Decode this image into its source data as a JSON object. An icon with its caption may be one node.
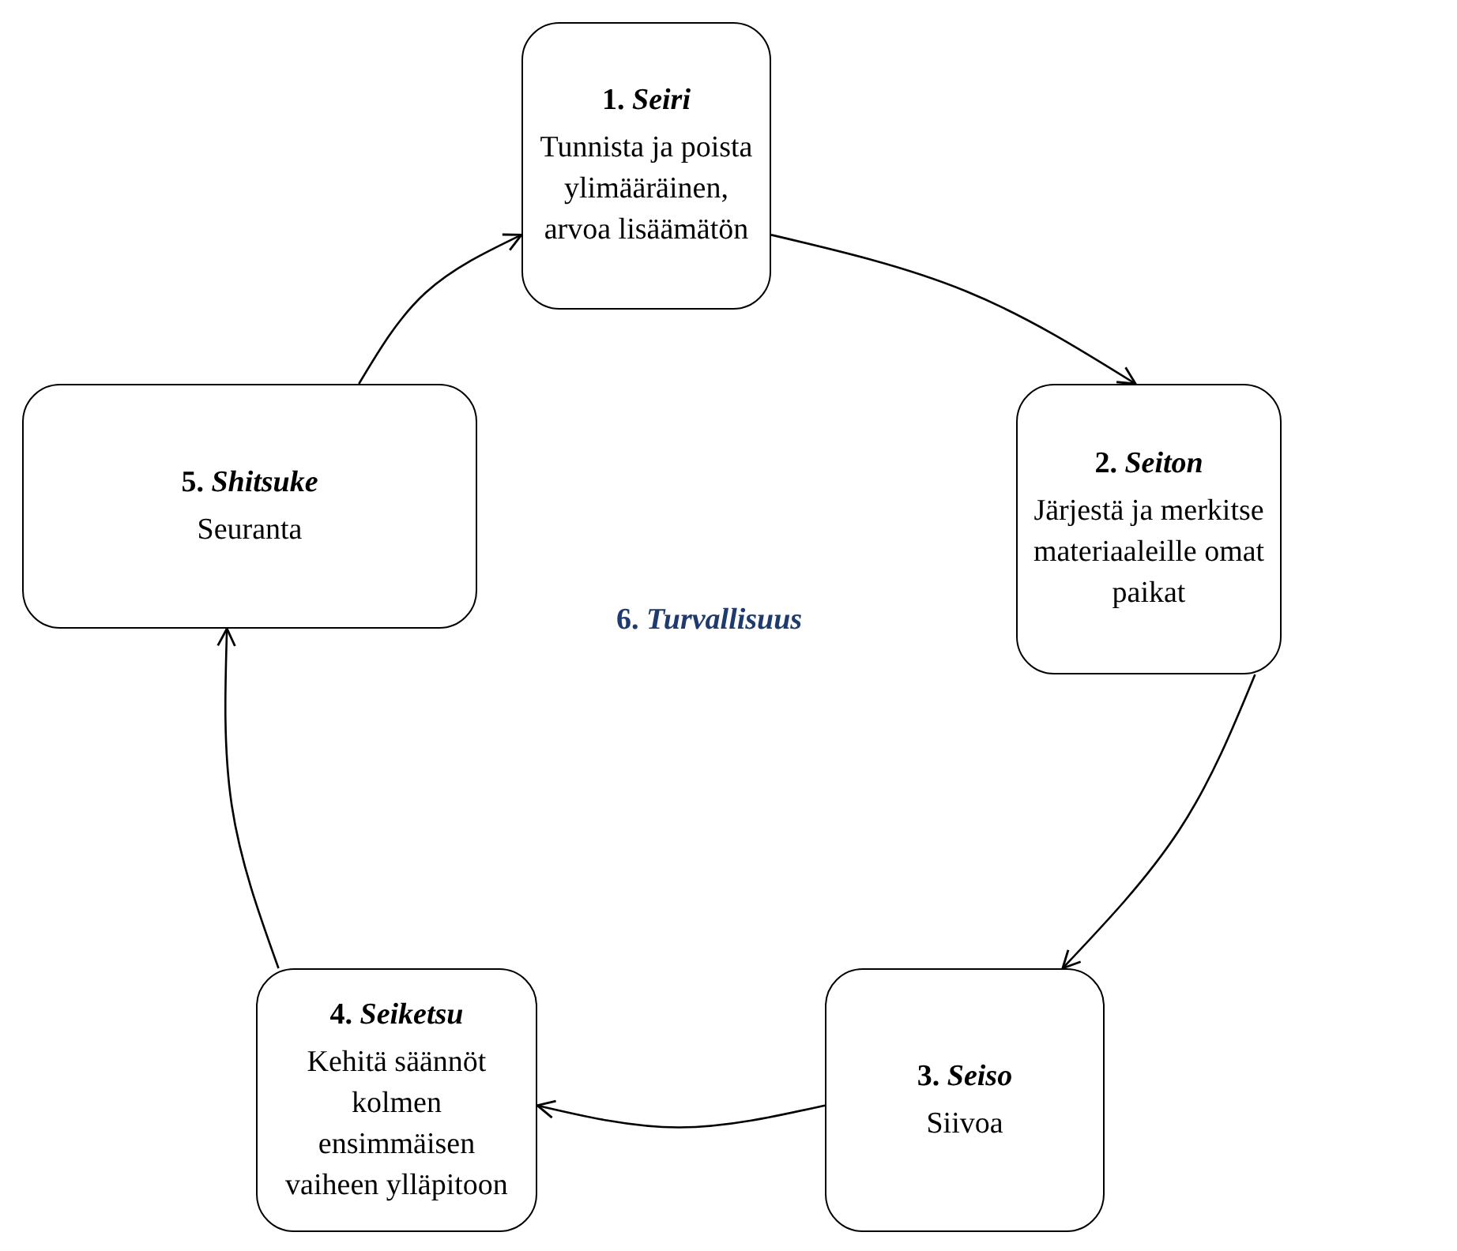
{
  "diagram": {
    "nodes": [
      {
        "text": [
          "1. *Seiri*",
          "Tunnista ja poista ylimääräinen, arvoa lisäämätön"
        ]
      },
      {
        "text": [
          "2. *Seiton*",
          "Järjestä ja merkitse materiaaleille omat paikat"
        ]
      },
      {
        "text": [
          "3. *Seiso*",
          "Siivoa"
        ]
      },
      {
        "text": [
          "4. *Seiketsu*",
          "Kehitä säännöt kolmen ensimmäisen vaiheen ylläpitoon"
        ]
      },
      {
        "text": [
          "5. *Shitsuke*",
          "Seuranta"
        ]
      }
    ],
    "edges": [
      {
        "from": 0,
        "to": 1,
        "arrow": "to"
      },
      {
        "from": 1,
        "to": 2,
        "arrow": "to"
      },
      {
        "from": 2,
        "to": 3,
        "arrow": "to"
      },
      {
        "from": 3,
        "to": 4,
        "arrow": "to"
      },
      {
        "from": 4,
        "to": 0,
        "arrow": "to"
      }
    ],
    "labels": [
      "6. *Turvallisuus*"
    ]
  }
}
